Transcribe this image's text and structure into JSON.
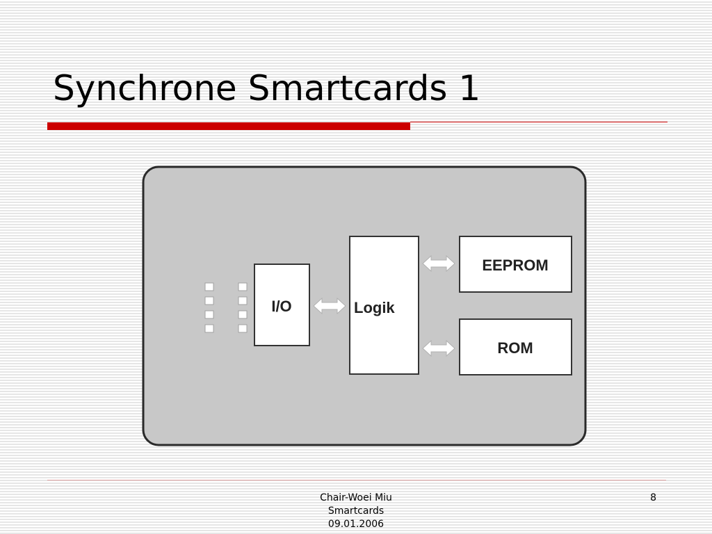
{
  "slide": {
    "title": "Synchrone Smartcards 1",
    "page_number": "8"
  },
  "diagram": {
    "blocks": {
      "io": "I/O",
      "logic": "Logik",
      "eeprom": "EEPROM",
      "rom": "ROM"
    },
    "contact_pins": 8,
    "colors": {
      "card_fill": "#c8c8c8",
      "card_border": "#2a2a2a",
      "block_fill": "#ffffff",
      "arrow_fill": "#ffffff",
      "accent_bar": "#cc0000"
    }
  },
  "footer": {
    "author": "Chair-Woei Miu",
    "topic": "Smartcards",
    "date": "09.01.2006"
  }
}
